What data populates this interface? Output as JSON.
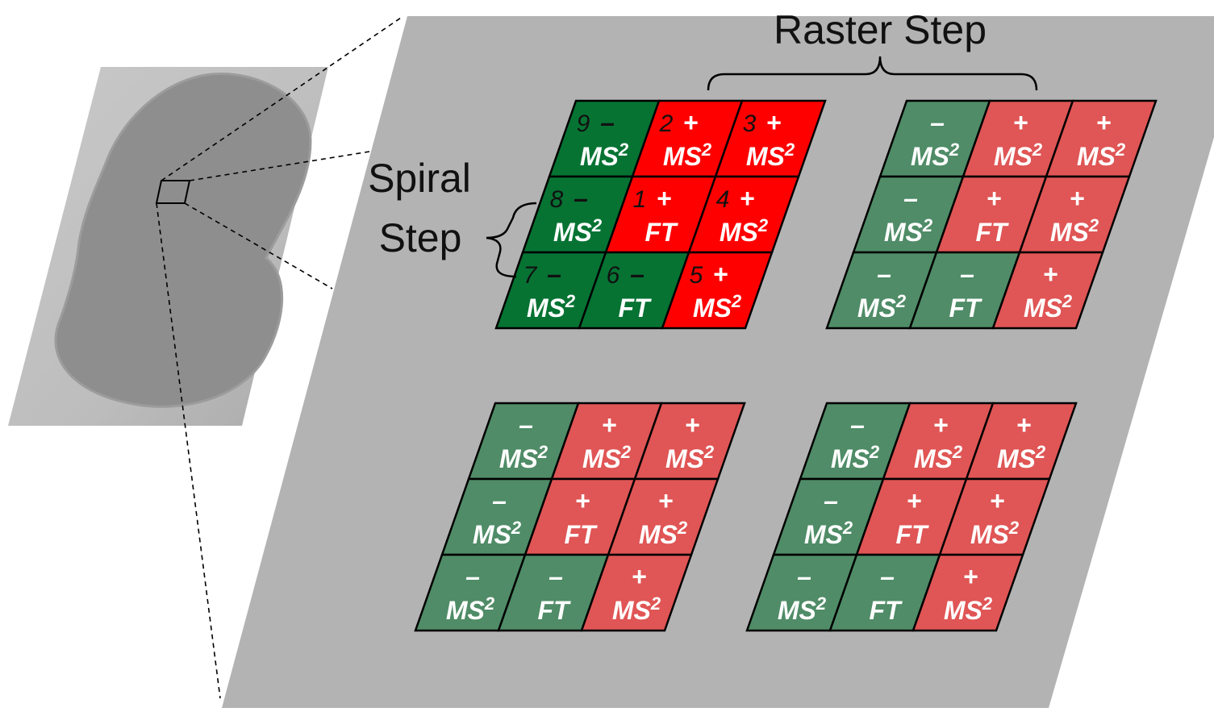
{
  "labels": {
    "raster_step": "Raster Step",
    "spiral_step_line1": "Spiral",
    "spiral_step_line2": "Step"
  },
  "colors": {
    "plane": "#b3b3b3",
    "pos_strong": "#ff0000",
    "neg_strong": "#067333",
    "pos_faded": "#e05555",
    "neg_faded": "#4f8c67",
    "grid_line": "#000000"
  },
  "grids": [
    {
      "id": "grid-1",
      "highlighted": true,
      "cells": [
        {
          "order": "9",
          "sign": "–",
          "mode": "MS",
          "sup": "2"
        },
        {
          "order": "2",
          "sign": "+",
          "mode": "MS",
          "sup": "2"
        },
        {
          "order": "3",
          "sign": "+",
          "mode": "MS",
          "sup": "2"
        },
        {
          "order": "8",
          "sign": "–",
          "mode": "MS",
          "sup": "2"
        },
        {
          "order": "1",
          "sign": "+",
          "mode": "FT",
          "sup": ""
        },
        {
          "order": "4",
          "sign": "+",
          "mode": "MS",
          "sup": "2"
        },
        {
          "order": "7",
          "sign": "–",
          "mode": "MS",
          "sup": "2"
        },
        {
          "order": "6",
          "sign": "–",
          "mode": "FT",
          "sup": ""
        },
        {
          "order": "5",
          "sign": "+",
          "mode": "MS",
          "sup": "2"
        }
      ]
    },
    {
      "id": "grid-2",
      "highlighted": false,
      "cells": [
        {
          "order": "",
          "sign": "–",
          "mode": "MS",
          "sup": "2"
        },
        {
          "order": "",
          "sign": "+",
          "mode": "MS",
          "sup": "2"
        },
        {
          "order": "",
          "sign": "+",
          "mode": "MS",
          "sup": "2"
        },
        {
          "order": "",
          "sign": "–",
          "mode": "MS",
          "sup": "2"
        },
        {
          "order": "",
          "sign": "+",
          "mode": "FT",
          "sup": ""
        },
        {
          "order": "",
          "sign": "+",
          "mode": "MS",
          "sup": "2"
        },
        {
          "order": "",
          "sign": "–",
          "mode": "MS",
          "sup": "2"
        },
        {
          "order": "",
          "sign": "–",
          "mode": "FT",
          "sup": ""
        },
        {
          "order": "",
          "sign": "+",
          "mode": "MS",
          "sup": "2"
        }
      ]
    },
    {
      "id": "grid-3",
      "highlighted": false,
      "cells": [
        {
          "order": "",
          "sign": "–",
          "mode": "MS",
          "sup": "2"
        },
        {
          "order": "",
          "sign": "+",
          "mode": "MS",
          "sup": "2"
        },
        {
          "order": "",
          "sign": "+",
          "mode": "MS",
          "sup": "2"
        },
        {
          "order": "",
          "sign": "–",
          "mode": "MS",
          "sup": "2"
        },
        {
          "order": "",
          "sign": "+",
          "mode": "FT",
          "sup": ""
        },
        {
          "order": "",
          "sign": "+",
          "mode": "MS",
          "sup": "2"
        },
        {
          "order": "",
          "sign": "–",
          "mode": "MS",
          "sup": "2"
        },
        {
          "order": "",
          "sign": "–",
          "mode": "FT",
          "sup": ""
        },
        {
          "order": "",
          "sign": "+",
          "mode": "MS",
          "sup": "2"
        }
      ]
    },
    {
      "id": "grid-4",
      "highlighted": false,
      "cells": [
        {
          "order": "",
          "sign": "–",
          "mode": "MS",
          "sup": "2"
        },
        {
          "order": "",
          "sign": "+",
          "mode": "MS",
          "sup": "2"
        },
        {
          "order": "",
          "sign": "+",
          "mode": "MS",
          "sup": "2"
        },
        {
          "order": "",
          "sign": "–",
          "mode": "MS",
          "sup": "2"
        },
        {
          "order": "",
          "sign": "+",
          "mode": "FT",
          "sup": ""
        },
        {
          "order": "",
          "sign": "+",
          "mode": "MS",
          "sup": "2"
        },
        {
          "order": "",
          "sign": "–",
          "mode": "MS",
          "sup": "2"
        },
        {
          "order": "",
          "sign": "–",
          "mode": "FT",
          "sup": ""
        },
        {
          "order": "",
          "sign": "+",
          "mode": "MS",
          "sup": "2"
        }
      ]
    }
  ]
}
